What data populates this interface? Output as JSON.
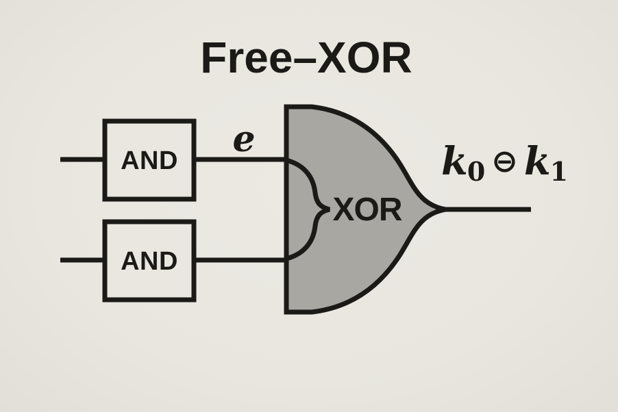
{
  "title": "Free–XOR",
  "colors": {
    "background": "#eae7e1",
    "stroke": "#1b1a17",
    "gate_fill": "#a9a7a1"
  },
  "gates": {
    "and_top": {
      "label": "AND"
    },
    "and_bottom": {
      "label": "AND"
    },
    "xor": {
      "label": "XOR"
    }
  },
  "labels": {
    "wire_e": "e",
    "output": {
      "k0_base": "k",
      "k0_sub": "0",
      "operator": "⊖",
      "k1_base": "k",
      "k1_sub": "1"
    }
  }
}
